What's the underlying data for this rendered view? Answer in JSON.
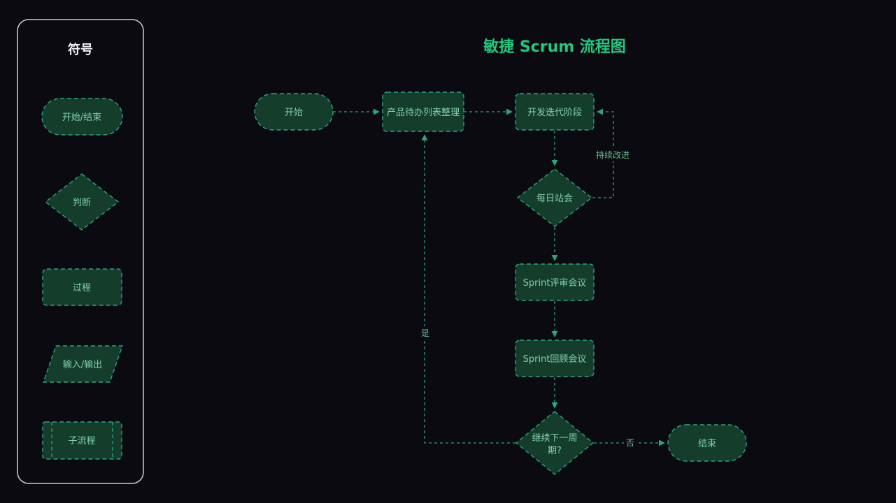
{
  "title": "敏捷 Scrum 流程图",
  "legend": {
    "title": "符号",
    "items": [
      {
        "label": "开始/结束",
        "shape": "stadium"
      },
      {
        "label": "判断",
        "shape": "diamond"
      },
      {
        "label": "过程",
        "shape": "process-rect"
      },
      {
        "label": "输入/输出",
        "shape": "parallelogram"
      },
      {
        "label": "子流程",
        "shape": "subprocess"
      }
    ]
  },
  "flowchart": {
    "nodes": [
      {
        "id": "start",
        "shape": "stadium",
        "label": "开始"
      },
      {
        "id": "backlog-grooming",
        "shape": "process-rect",
        "label": "产品待办列表整理"
      },
      {
        "id": "dev-iteration",
        "shape": "process-rect",
        "label": "开发迭代阶段"
      },
      {
        "id": "daily-standup",
        "shape": "diamond",
        "label": "每日站会"
      },
      {
        "id": "sprint-review",
        "shape": "process-rect",
        "label": "Sprint评审会议"
      },
      {
        "id": "sprint-retro",
        "shape": "process-rect",
        "label": "Sprint回顾会议"
      },
      {
        "id": "continue-next-cycle",
        "shape": "diamond",
        "label": "继续下一周期?",
        "lines": [
          "继续下一周",
          "期?"
        ]
      },
      {
        "id": "end",
        "shape": "stadium",
        "label": "结束"
      }
    ],
    "edges": [
      {
        "from": "start",
        "to": "backlog-grooming",
        "label": ""
      },
      {
        "from": "backlog-grooming",
        "to": "dev-iteration",
        "label": ""
      },
      {
        "from": "dev-iteration",
        "to": "daily-standup",
        "label": ""
      },
      {
        "from": "daily-standup",
        "to": "dev-iteration",
        "label": "持续改进"
      },
      {
        "from": "daily-standup",
        "to": "sprint-review",
        "label": ""
      },
      {
        "from": "sprint-review",
        "to": "sprint-retro",
        "label": ""
      },
      {
        "from": "sprint-retro",
        "to": "continue-next-cycle",
        "label": ""
      },
      {
        "from": "continue-next-cycle",
        "to": "backlog-grooming",
        "label": "是"
      },
      {
        "from": "continue-next-cycle",
        "to": "end",
        "label": "否"
      }
    ]
  },
  "colors": {
    "background": "#0a0a10",
    "node_fill": "#143d2c",
    "node_stroke": "#2ca47d",
    "node_text": "#82d2a9",
    "edge": "#2ca47d",
    "edge_label_text": "#67ba8f",
    "title_text": "#21c87f",
    "legend_border": "#cdcdcd",
    "legend_title_text": "#f2f2f2"
  }
}
